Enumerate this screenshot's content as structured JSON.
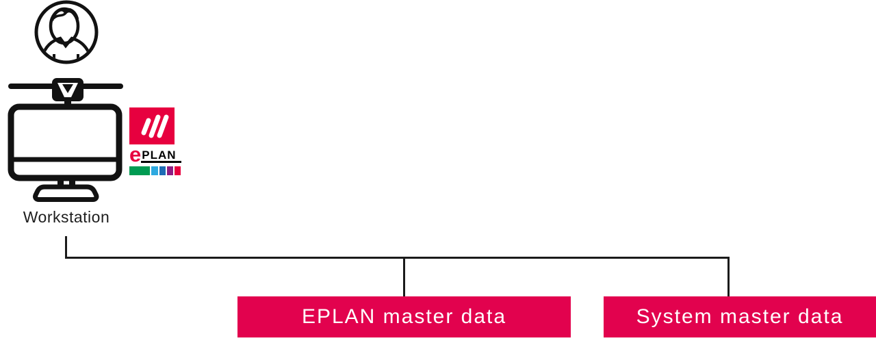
{
  "canvas": {
    "background": "#ffffff"
  },
  "workstation": {
    "label": "Workstation",
    "user_icon": "person-in-circle",
    "monitor_icon": "mounted-desktop-monitor"
  },
  "eplan_logo": {
    "name": "EPLAN logo",
    "square_color": "#E7003F",
    "slashes_icon": "three-diagonal-slashes",
    "e": "e",
    "e_color": "#E7003F",
    "plan": "PLAN",
    "bar_colors": [
      "#009B52",
      "#2EA9E0",
      "#1E6CB5",
      "#8D1D82",
      "#E7003F"
    ]
  },
  "connector": {
    "color": "#1B1B1B"
  },
  "nodes": [
    {
      "label": "EPLAN master data"
    },
    {
      "label": "System master data"
    }
  ],
  "node_style": {
    "background": "#E2024E",
    "text_color": "#FFFFFF"
  }
}
